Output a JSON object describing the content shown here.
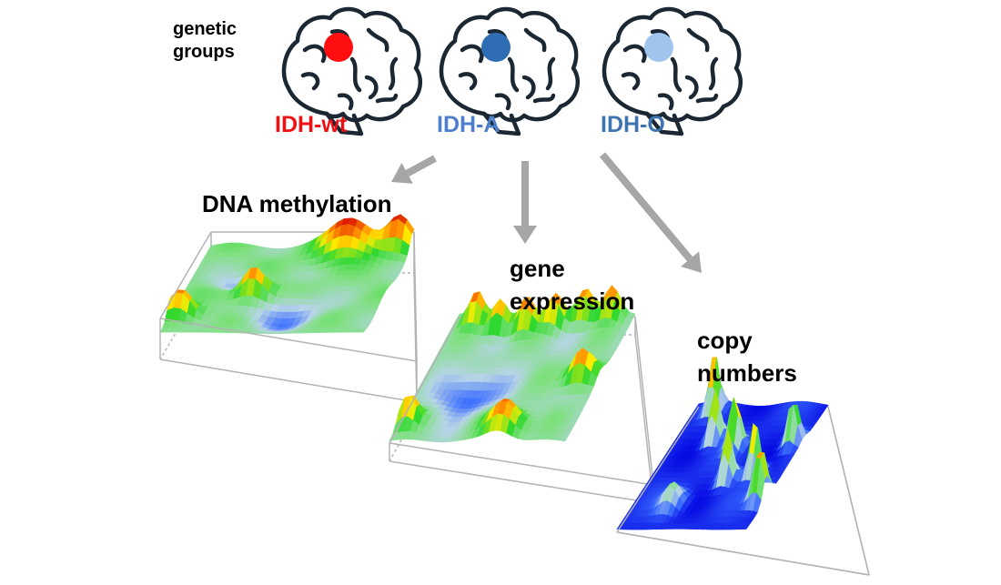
{
  "legend_label": "genetic groups",
  "groups": [
    {
      "name": "IDH-wt",
      "color": "#ee1111",
      "dot": "#ff0f0f"
    },
    {
      "name": "IDH-A",
      "color": "#4d7fcc",
      "dot": "#2e6db4"
    },
    {
      "name": "IDH-O",
      "color": "#3e74b0",
      "dot": "#9fc5ec"
    }
  ],
  "panels": [
    {
      "title": "DNA methylation"
    },
    {
      "title": "gene expression"
    },
    {
      "title": "copy numbers"
    }
  ],
  "icons": {
    "brain": "brain-icon",
    "arrow": "arrow-icon"
  },
  "palette": {
    "arrow": "#a6a6a6",
    "outline": "#1b2733",
    "box": "#b3b3b3",
    "surface": [
      "#0000e0",
      "#3a6cff",
      "#b7d4e8",
      "#7fe07f",
      "#2fd82f",
      "#ffee00",
      "#ff8c00",
      "#d40000"
    ]
  }
}
